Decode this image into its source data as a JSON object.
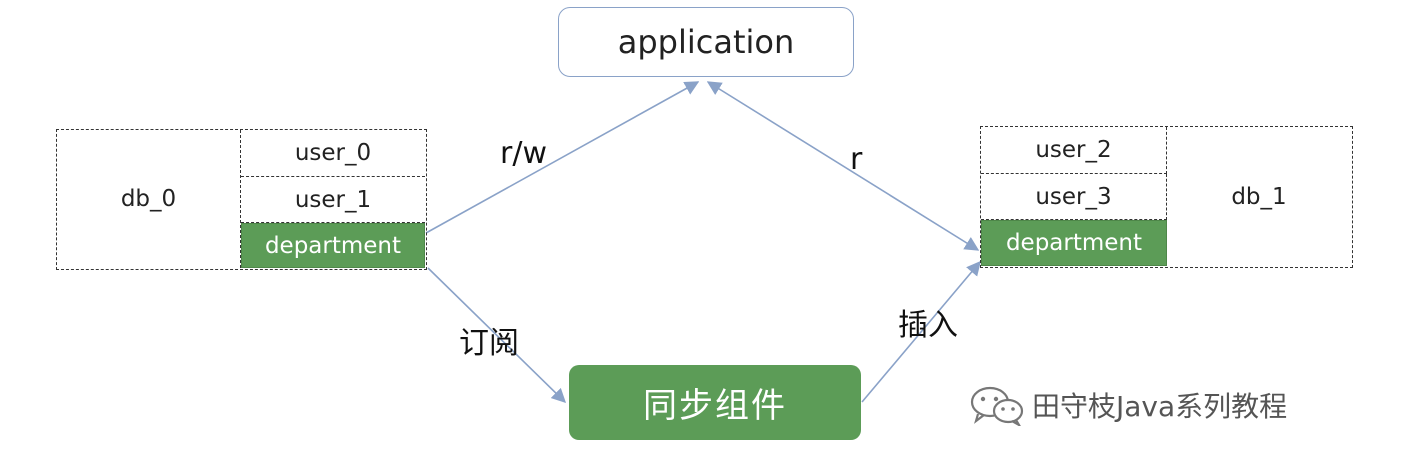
{
  "application": {
    "label": "application"
  },
  "db0": {
    "name": "db_0",
    "tables": [
      "user_0",
      "user_1"
    ],
    "shared_table": "department"
  },
  "db1": {
    "name": "db_1",
    "tables": [
      "user_2",
      "user_3"
    ],
    "shared_table": "department"
  },
  "sync_component": {
    "label": "同步组件"
  },
  "edges": {
    "db0_to_app": "r/w",
    "app_to_db1": "r",
    "db0_to_sync": "订阅",
    "sync_to_db1": "插入"
  },
  "watermark": {
    "text": "田守枝Java系列教程",
    "icon": "wechat-icon"
  },
  "colors": {
    "green": "#5c9c57",
    "arrow": "#8aa2c8"
  }
}
